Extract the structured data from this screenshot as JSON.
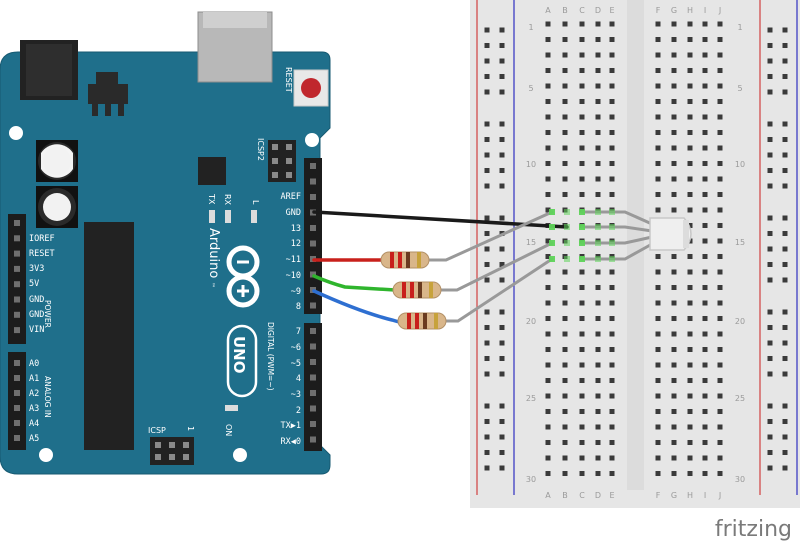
{
  "watermark": "fritzing",
  "arduino": {
    "reset_label": "RESET",
    "icsp2_label": "ICSP2",
    "icsp_label": "ICSP",
    "icsp_pin1": "1",
    "tx_label": "TX",
    "rx_label": "RX",
    "l_label": "L",
    "on_label": "ON",
    "brand": "Arduino",
    "trademark": "™",
    "model": "UNO",
    "digital_label": "DIGITAL (PWM=~)",
    "power_label": "POWER",
    "analog_label": "ANALOG IN",
    "right_header_pins": [
      "AREF",
      "GND",
      "13",
      "12",
      "~11",
      "~10",
      "~9",
      "8"
    ],
    "right_header_pins2": [
      "7",
      "~6",
      "~5",
      "4",
      "~3",
      "2",
      "TX▶1",
      "RX◀0"
    ],
    "power_pins": [
      "IOREF",
      "RESET",
      "3V3",
      "5V",
      "GND",
      "GND",
      "VIN"
    ],
    "analog_pins": [
      "A0",
      "A1",
      "A2",
      "A3",
      "A4",
      "A5"
    ]
  },
  "breadboard": {
    "columns_left": [
      "A",
      "B",
      "C",
      "D",
      "E"
    ],
    "columns_right": [
      "F",
      "G",
      "H",
      "I",
      "J"
    ],
    "row_numbers": [
      "1",
      "5",
      "10",
      "15",
      "20",
      "25",
      "30"
    ]
  },
  "colors": {
    "board": "#1f6f8b",
    "breadboard": "#e6e6e6",
    "wire_gnd": "#1a1a1a",
    "wire_red": "#c8201c",
    "wire_green": "#2fb52d",
    "wire_blue": "#2e6fd1",
    "leg": "#999999"
  }
}
